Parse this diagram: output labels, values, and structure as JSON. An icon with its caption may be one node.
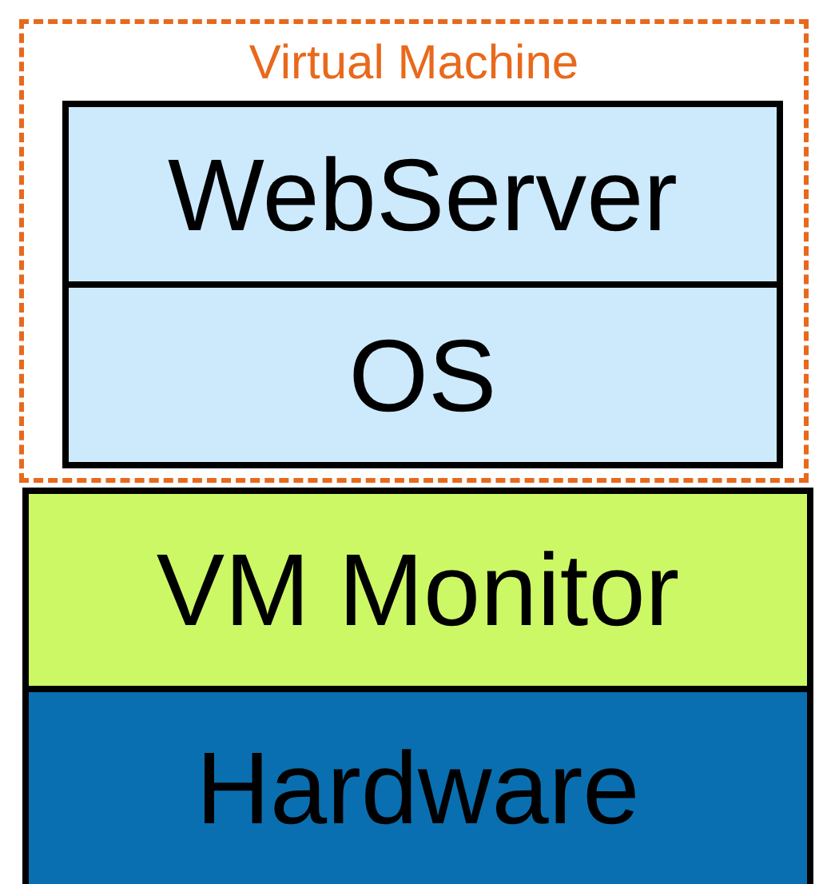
{
  "diagram": {
    "nodes": [
      {
        "text": [
          "Virtual Machine"
        ]
      },
      {
        "text": [
          "WebServer"
        ],
        "in": 0
      },
      {
        "text": [
          "OS"
        ],
        "in": 0
      },
      {
        "text": [
          "VM Monitor"
        ]
      },
      {
        "text": [
          "Hardware"
        ]
      }
    ]
  }
}
